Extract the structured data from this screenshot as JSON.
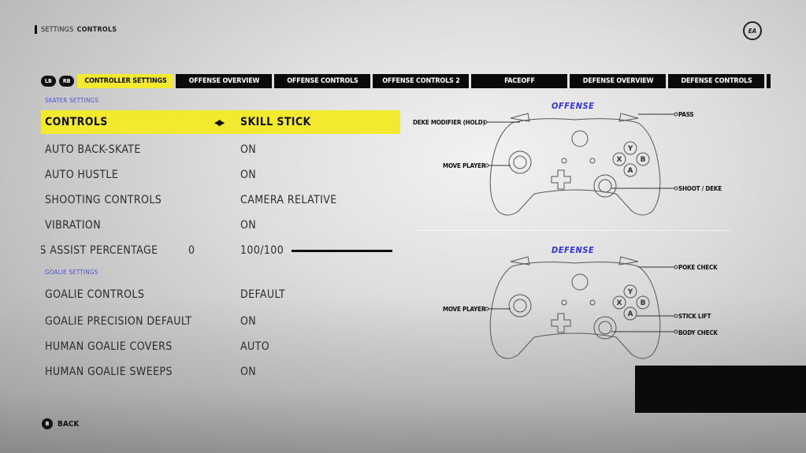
{
  "header": {
    "breadcrumb_prefix": "SETTINGS",
    "breadcrumb_current": "CONTROLS",
    "logo_text": "EA"
  },
  "bumpers": {
    "left": "LB",
    "right": "RB"
  },
  "tabs": [
    {
      "label": "CONTROLLER SETTINGS",
      "active": true
    },
    {
      "label": "OFFENSE OVERVIEW",
      "active": false
    },
    {
      "label": "OFFENSE CONTROLS",
      "active": false
    },
    {
      "label": "OFFENSE CONTROLS 2",
      "active": false
    },
    {
      "label": "FACEOFF",
      "active": false
    },
    {
      "label": "DEFENSE OVERVIEW",
      "active": false
    },
    {
      "label": "DEFENSE CONTROLS",
      "active": false
    }
  ],
  "skater_section": "SKATER SETTINGS",
  "skater_rows": [
    {
      "label": "CONTROLS",
      "value": "SKILL STICK"
    },
    {
      "label": "AUTO BACK-SKATE",
      "value": "ON"
    },
    {
      "label": "AUTO HUSTLE",
      "value": "ON"
    },
    {
      "label": "SHOOTING CONTROLS",
      "value": "CAMERA RELATIVE"
    },
    {
      "label": "VIBRATION",
      "value": "ON"
    },
    {
      "label": "SS ASSIST PERCENTAGE",
      "zero": "0",
      "value": "100/100",
      "slider_fraction": 1.0
    }
  ],
  "goalie_section": "GOALIE SETTINGS",
  "goalie_rows": [
    {
      "label": "GOALIE CONTROLS",
      "value": "DEFAULT"
    },
    {
      "label": "GOALIE PRECISION DEFAULT",
      "value": "ON"
    },
    {
      "label": "HUMAN GOALIE COVERS",
      "value": "AUTO"
    },
    {
      "label": "HUMAN GOALIE SWEEPS",
      "value": "ON"
    }
  ],
  "footer": {
    "back_button": "B",
    "back_label": "BACK"
  },
  "offense": {
    "title": "OFFENSE",
    "callouts": {
      "deke": "DEKE MODIFIER (HOLD)",
      "move": "MOVE PLAYER",
      "pass": "PASS",
      "shoot": "SHOOT / DEKE"
    }
  },
  "defense": {
    "title": "DEFENSE",
    "callouts": {
      "move": "MOVE PLAYER",
      "poke": "POKE CHECK",
      "lift": "STICK LIFT",
      "body": "BODY CHECK"
    }
  },
  "face_buttons": {
    "y": "Y",
    "x": "X",
    "b": "B",
    "a": "A"
  },
  "colors": {
    "accent_yellow": "#f3ea2f",
    "section_blue": "#4b52d8",
    "title_blue": "#3232e0"
  }
}
